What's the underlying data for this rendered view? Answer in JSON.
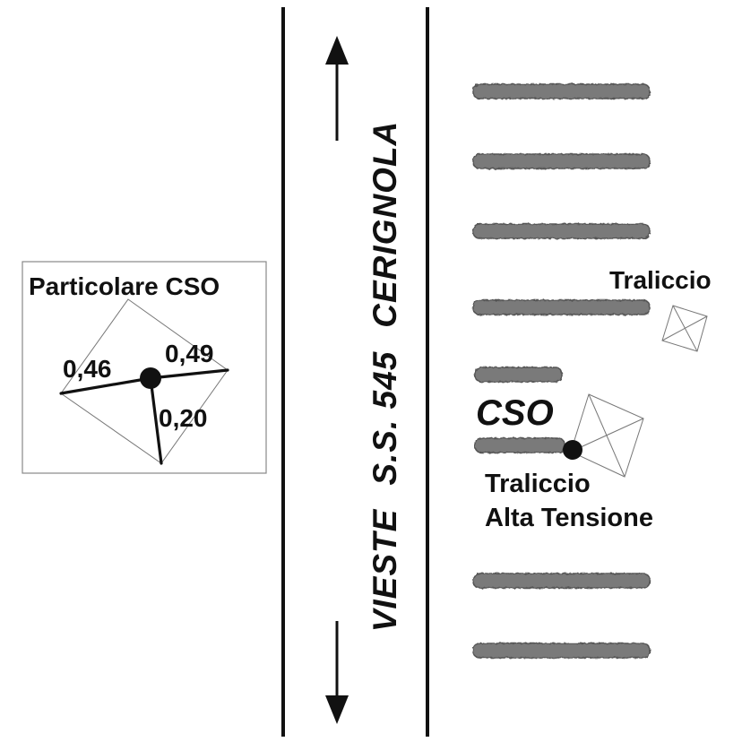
{
  "road": {
    "name_left": "VIESTE",
    "name_mid": "S.S. 545",
    "name_right": "CERIGNOLA"
  },
  "inset": {
    "title": "Particolare CSO",
    "measures": [
      "0,46",
      "0,49",
      "0,20"
    ]
  },
  "labels": {
    "pylon_small": "Traliccio",
    "station": "CSO",
    "pylon_main_line1": "Traliccio",
    "pylon_main_line2": "Alta Tensione"
  },
  "colors": {
    "ink": "#111111",
    "row_fill": "#7a7a7a",
    "thin_line": "#777777"
  }
}
